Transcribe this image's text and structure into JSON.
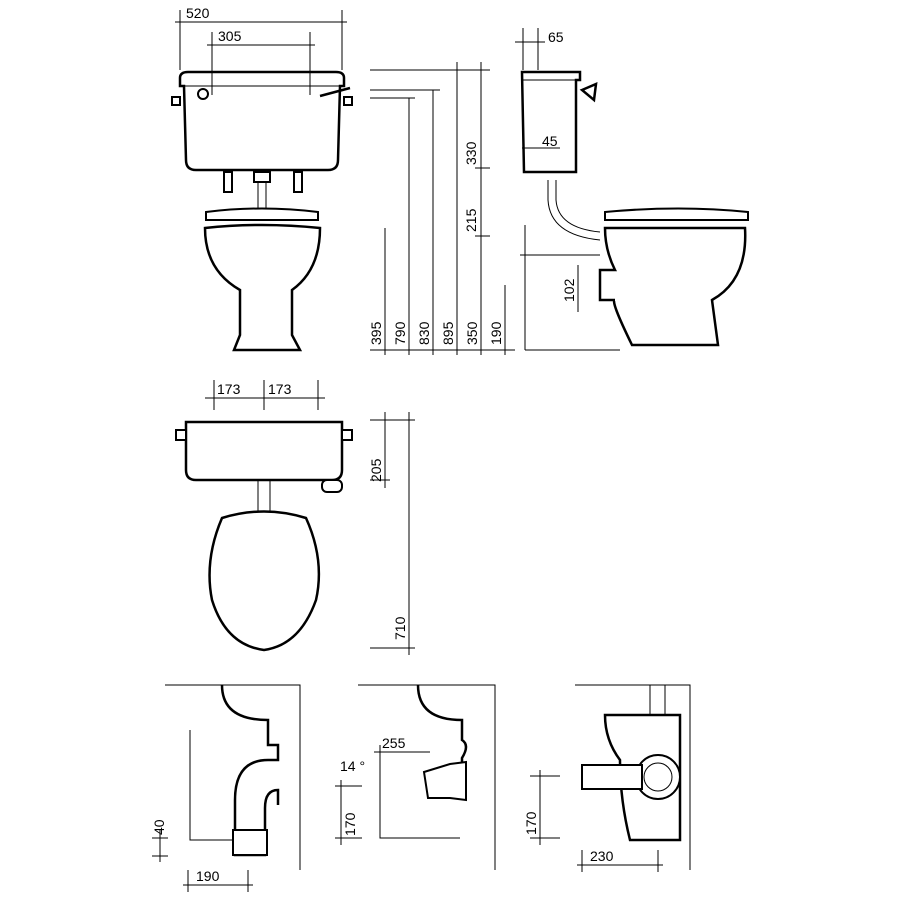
{
  "dimensions": {
    "front": {
      "overall_width": "520",
      "fixing_centres": "305"
    },
    "side_height": {
      "h330": "330",
      "h215": "215",
      "h395": "395",
      "h790": "790",
      "h830": "830",
      "h895": "895",
      "h350": "350",
      "h190": "190"
    },
    "side": {
      "top_offset": "65",
      "fixing_offset": "45",
      "outlet_height": "102"
    },
    "plan": {
      "left_fixing": "173",
      "right_fixing": "173",
      "cistern_depth": "205",
      "overall_depth": "710"
    },
    "outlet_s_trap": {
      "height": "40",
      "wall_distance": "190"
    },
    "outlet_angled": {
      "wall_distance": "255",
      "angle": "14 °",
      "height": "170"
    },
    "outlet_p_trap": {
      "height": "170",
      "wall_distance": "230"
    }
  }
}
